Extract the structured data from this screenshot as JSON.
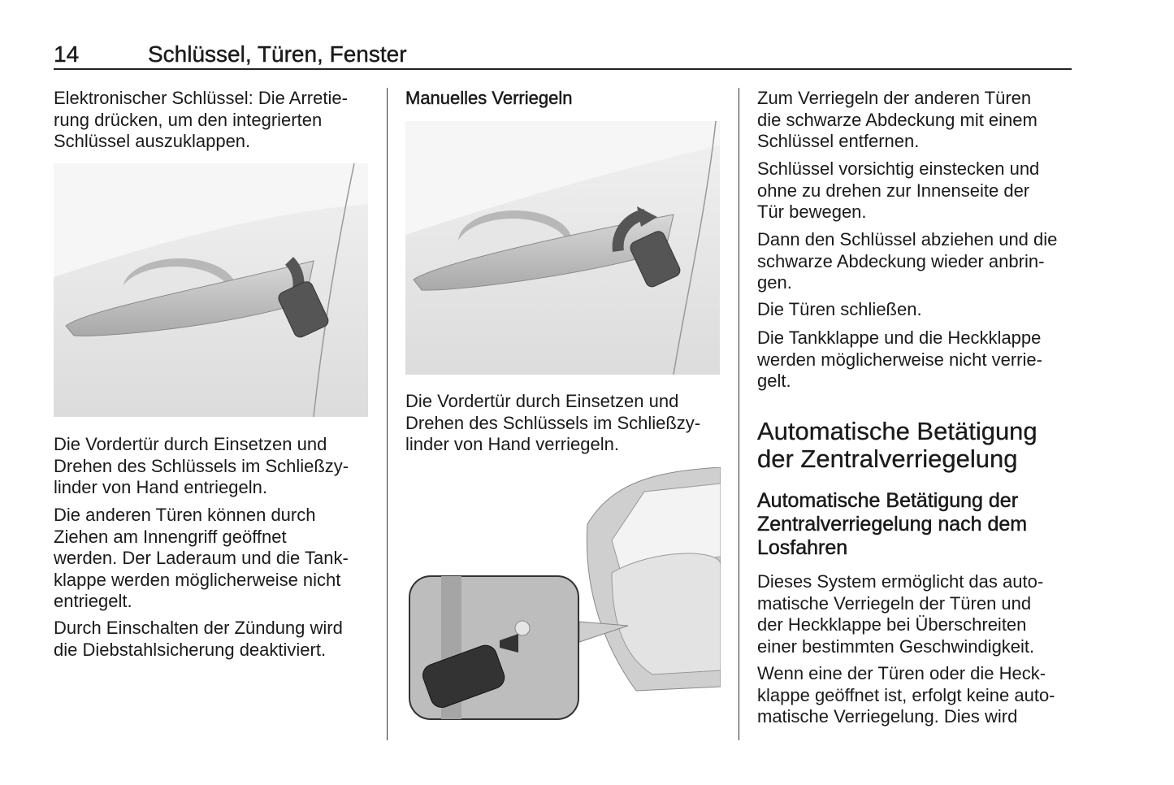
{
  "header": {
    "page_number": "14",
    "chapter_title": "Schlüssel, Türen, Fenster"
  },
  "column1": {
    "p1": [
      "Elektronischer Schlüssel: Die Arretie-",
      "rung drücken, um den integrierten",
      "Schlüssel auszuklappen."
    ],
    "p2": [
      "Die Vordertür durch Einsetzen und",
      "Drehen des Schlüssels im Schließzy-",
      "linder von Hand entriegeln."
    ],
    "p3": [
      "Die anderen Türen können durch",
      "Ziehen am Innengriff geöffnet",
      "werden. Der Laderaum und die Tank-",
      "klappe werden möglicherweise nicht",
      "entriegelt."
    ],
    "p4": [
      "Durch Einschalten der Zündung wird",
      "die Diebstahlsicherung deaktiviert."
    ]
  },
  "column2": {
    "heading": "Manuelles Verriegeln",
    "p1": [
      "Die Vordertür durch Einsetzen und",
      "Drehen des Schlüssels im Schließzy-",
      "linder von Hand verriegeln."
    ]
  },
  "column3": {
    "p1": [
      "Zum Verriegeln der anderen Türen",
      "die schwarze Abdeckung mit einem",
      "Schlüssel entfernen."
    ],
    "p2": [
      "Schlüssel vorsichtig einstecken und",
      "ohne zu drehen zur Innenseite der",
      "Tür bewegen."
    ],
    "p3": [
      "Dann den Schlüssel abziehen und die",
      "schwarze Abdeckung wieder anbrin-",
      "gen."
    ],
    "p4": [
      "Die Türen schließen."
    ],
    "p5": [
      "Die Tankklappe und die Heckklappe",
      "werden möglicherweise nicht verrie-",
      "gelt."
    ],
    "h2": [
      "Automatische Betätigung",
      "der Zentralverriegelung"
    ],
    "h3": [
      "Automatische Betätigung der",
      "Zentralverriegelung nach dem",
      "Losfahren"
    ],
    "p6": [
      "Dieses System ermöglicht das auto-",
      "matische Verriegeln der Türen und",
      "der Heckklappe bei Überschreiten",
      "einer bestimmten Geschwindigkeit."
    ],
    "p7": [
      "Wenn eine der Türen oder die Heck-",
      "klappe geöffnet ist, erfolgt keine auto-",
      "matische Verriegelung. Dies wird"
    ]
  }
}
